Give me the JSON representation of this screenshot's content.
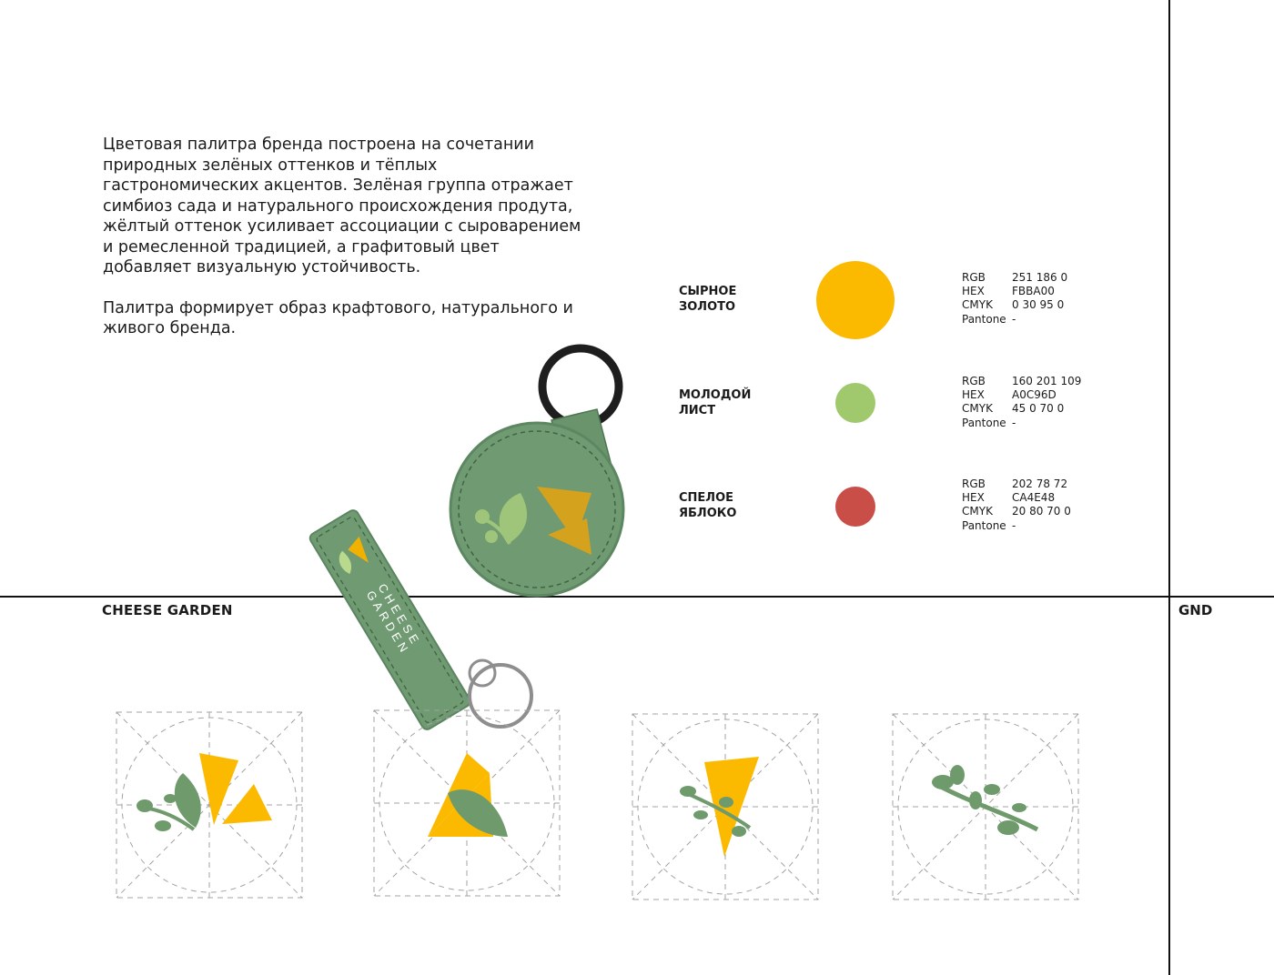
{
  "intro": {
    "p1": "Цветовая палитра бренда построена на сочетании природных зелёных оттенков и тёплых гастрономических акцентов. Зелёная группа отражает симбиоз сада и натурального происхождения продута, жёлтый оттенок усиливает ассоциации с сыроварением и ремесленной традицией, а графитовый цвет добавляет визуальную устойчивость.",
    "p2": "Палитра формирует образ крафтового, натурального и живого бренда."
  },
  "brand": {
    "name": "CHEESE GARDEN",
    "code": "GND",
    "tag_line1": "CHEESE",
    "tag_line2": "GARDEN"
  },
  "palette": [
    {
      "name_line1": "СЫРНОЕ",
      "name_line2": "ЗОЛОТО",
      "hex_color": "#FBBA00",
      "specs": [
        {
          "label": "RGB",
          "value": "251  186  0"
        },
        {
          "label": "HEX",
          "value": "FBBA00"
        },
        {
          "label": "CMYK",
          "value": "0  30  95  0"
        },
        {
          "label": "Pantone",
          "value": "-"
        }
      ]
    },
    {
      "name_line1": "МОЛОДОЙ",
      "name_line2": "ЛИСТ",
      "hex_color": "#A0C96D",
      "specs": [
        {
          "label": "RGB",
          "value": "160  201  109"
        },
        {
          "label": "HEX",
          "value": "A0C96D"
        },
        {
          "label": "CMYK",
          "value": "45  0  70  0"
        },
        {
          "label": "Pantone",
          "value": "-"
        }
      ]
    },
    {
      "name_line1": "СПЕЛОЕ",
      "name_line2": "ЯБЛОКО",
      "hex_color": "#CA4E48",
      "specs": [
        {
          "label": "RGB",
          "value": "202  78  72"
        },
        {
          "label": "HEX",
          "value": "CA4E48"
        },
        {
          "label": "CMYK",
          "value": "20  80  70  0"
        },
        {
          "label": "Pantone",
          "value": "-"
        }
      ]
    }
  ],
  "colors": {
    "leather": "#6f9a72",
    "leaf": "#6f9a6c",
    "cheese": "#fbba00",
    "guide": "#9a9a9a"
  }
}
